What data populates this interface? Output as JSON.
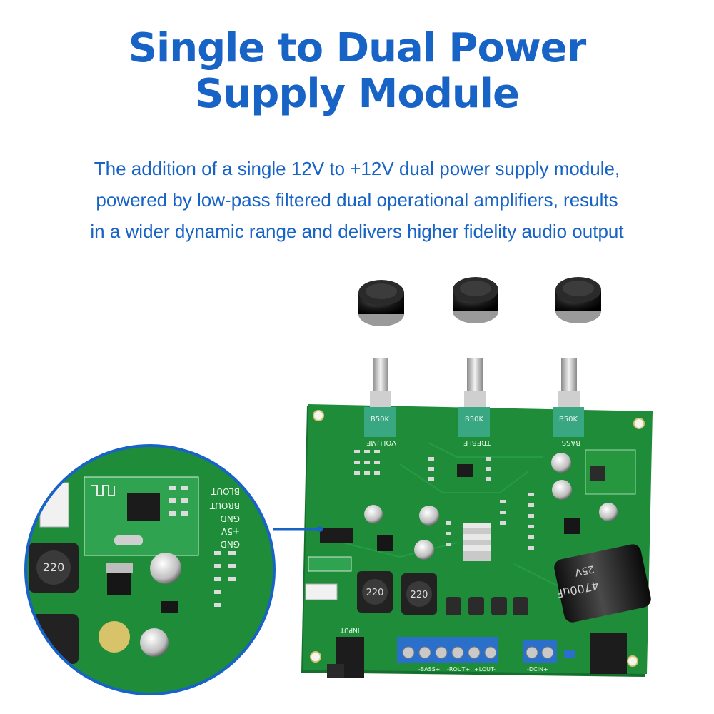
{
  "header": {
    "title_line1": "Single to Dual Power",
    "title_line2": "Supply Module",
    "description_lines": [
      "The addition of a single 12V to +12V dual power supply module,",
      "powered by low-pass filtered dual operational amplifiers, results",
      "in a wider dynamic range and delivers higher fidelity audio output"
    ]
  },
  "colors": {
    "accent": "#1763c6",
    "pcb_green": "#1f8c3a",
    "pcb_dark": "#16702d",
    "terminal_blue": "#2a6fc9"
  },
  "board": {
    "potentiometers": [
      {
        "label": "VOLUME",
        "code": "B50K"
      },
      {
        "label": "TREBLE",
        "code": "B50K"
      },
      {
        "label": "BASS",
        "code": "B50K"
      }
    ],
    "capacitor_large": {
      "capacity": "4700uF",
      "voltage": "25V"
    },
    "inductors": [
      "220",
      "220"
    ],
    "input_label": "INPUT",
    "terminal_labels": [
      "-BASS+",
      "-ROUT+",
      "+LOUT-",
      "-DCIN+"
    ],
    "detail_labels": [
      "BLOUT",
      "BROUT",
      "GND",
      "+5V",
      "GND"
    ],
    "detail_inductor": "220"
  }
}
